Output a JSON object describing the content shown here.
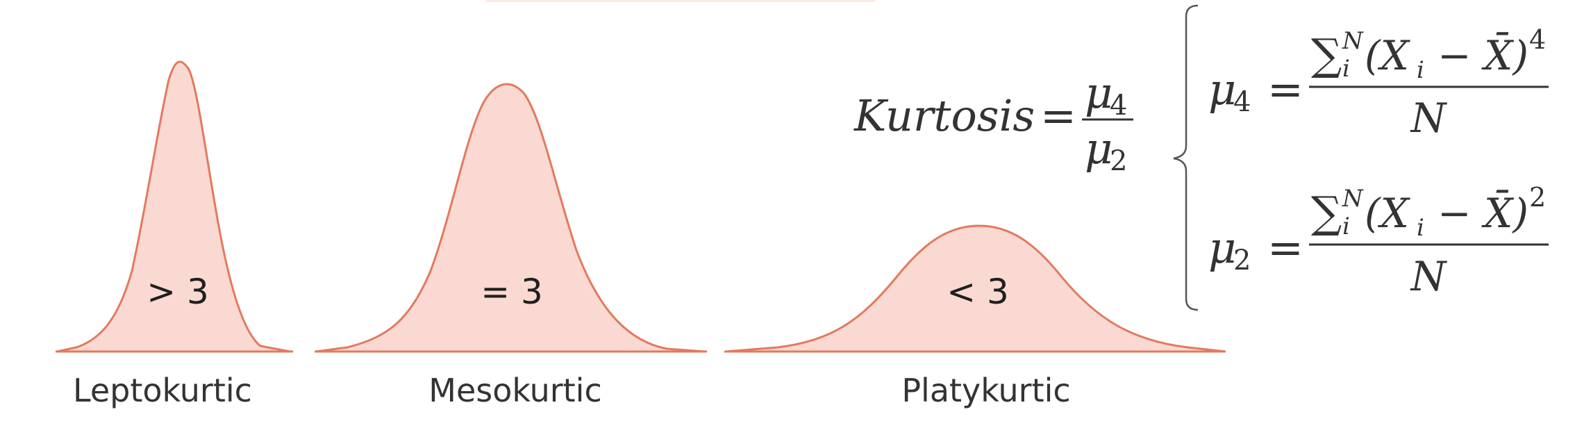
{
  "distributions": [
    {
      "name": "Leptokurtic",
      "value": "> 3"
    },
    {
      "name": "Mesokurtic",
      "value": "= 3"
    },
    {
      "name": "Platykurtic",
      "value": "< 3"
    }
  ],
  "formula": {
    "lhs": "Kurtosis",
    "equals": "=",
    "mu": "μ",
    "sub4": "4",
    "sub2": "2",
    "sigma": "∑",
    "sup_n": "N",
    "sub_i": "i",
    "term": "(X",
    "minus_xbar": "− X̄)",
    "pow4": "4",
    "pow2": "2",
    "denominator": "N"
  },
  "colors": {
    "curve_fill": "#f9d9d1",
    "curve_stroke": "#e3795f",
    "text": "#333333"
  }
}
